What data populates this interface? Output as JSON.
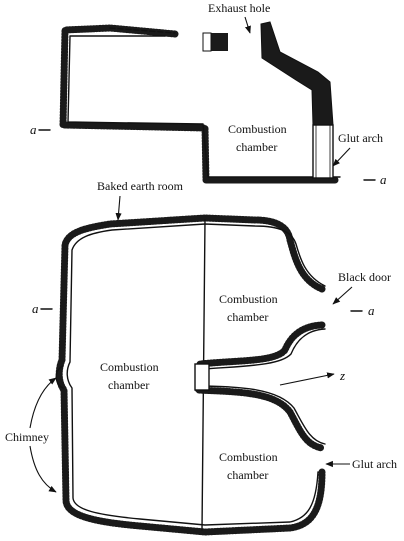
{
  "labels": {
    "exhaust_hole": "Exhaust hole",
    "combustion_chamber_line1": "Combustion",
    "combustion_chamber_line2": "chamber",
    "glut_arch": "Glut arch",
    "baked_earth_room": "Baked earth room",
    "black_door": "Black door",
    "chimney": "Chimney",
    "section_a": "a",
    "section_z": "z"
  },
  "colors": {
    "ink": "#111111",
    "background": "#ffffff"
  }
}
